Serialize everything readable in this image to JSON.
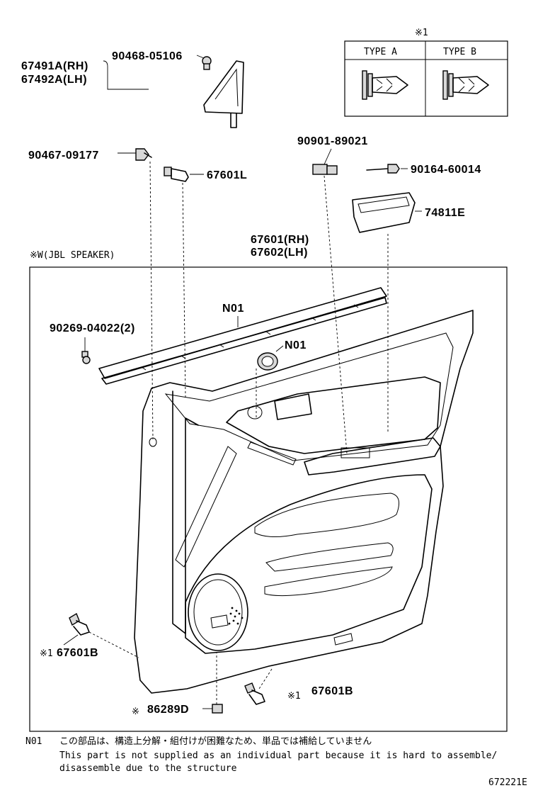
{
  "type_table": {
    "marker": "※1",
    "headers": [
      "TYPE A",
      "TYPE B"
    ]
  },
  "callouts": {
    "triangle_garnish": [
      "67491A(RH)",
      "67492A(LH)"
    ],
    "clip_90468": "90468-05106",
    "screw_90467": "90467-09177",
    "clip_67601l": "67601L",
    "clip_90901": "90901-89021",
    "screw_90164": "90164-60014",
    "pocket_74811e": "74811E",
    "panel": [
      "67601(RH)",
      "67602(LH)"
    ],
    "jbl_note": "※W(JBL SPEAKER)",
    "weatherstrip_n01": "N01",
    "cap_n01": "N01",
    "clip_90269": "90269-04022(2)",
    "clip_67601b_left": {
      "marker": "※1",
      "code": "67601B"
    },
    "clip_67601b_bottom": {
      "marker": "※1",
      "code": "67601B"
    },
    "speaker_cover": {
      "marker": "※",
      "code": "86289D"
    }
  },
  "footnote": {
    "code": "N01",
    "japanese": "この部品は、構造上分解・組付けが困難なため、単品では補給していません",
    "english_line1": "This part is not supplied as an individual part because it is hard to assemble/",
    "english_line2": "disassemble due to the structure"
  },
  "diagram_id": "672221E"
}
